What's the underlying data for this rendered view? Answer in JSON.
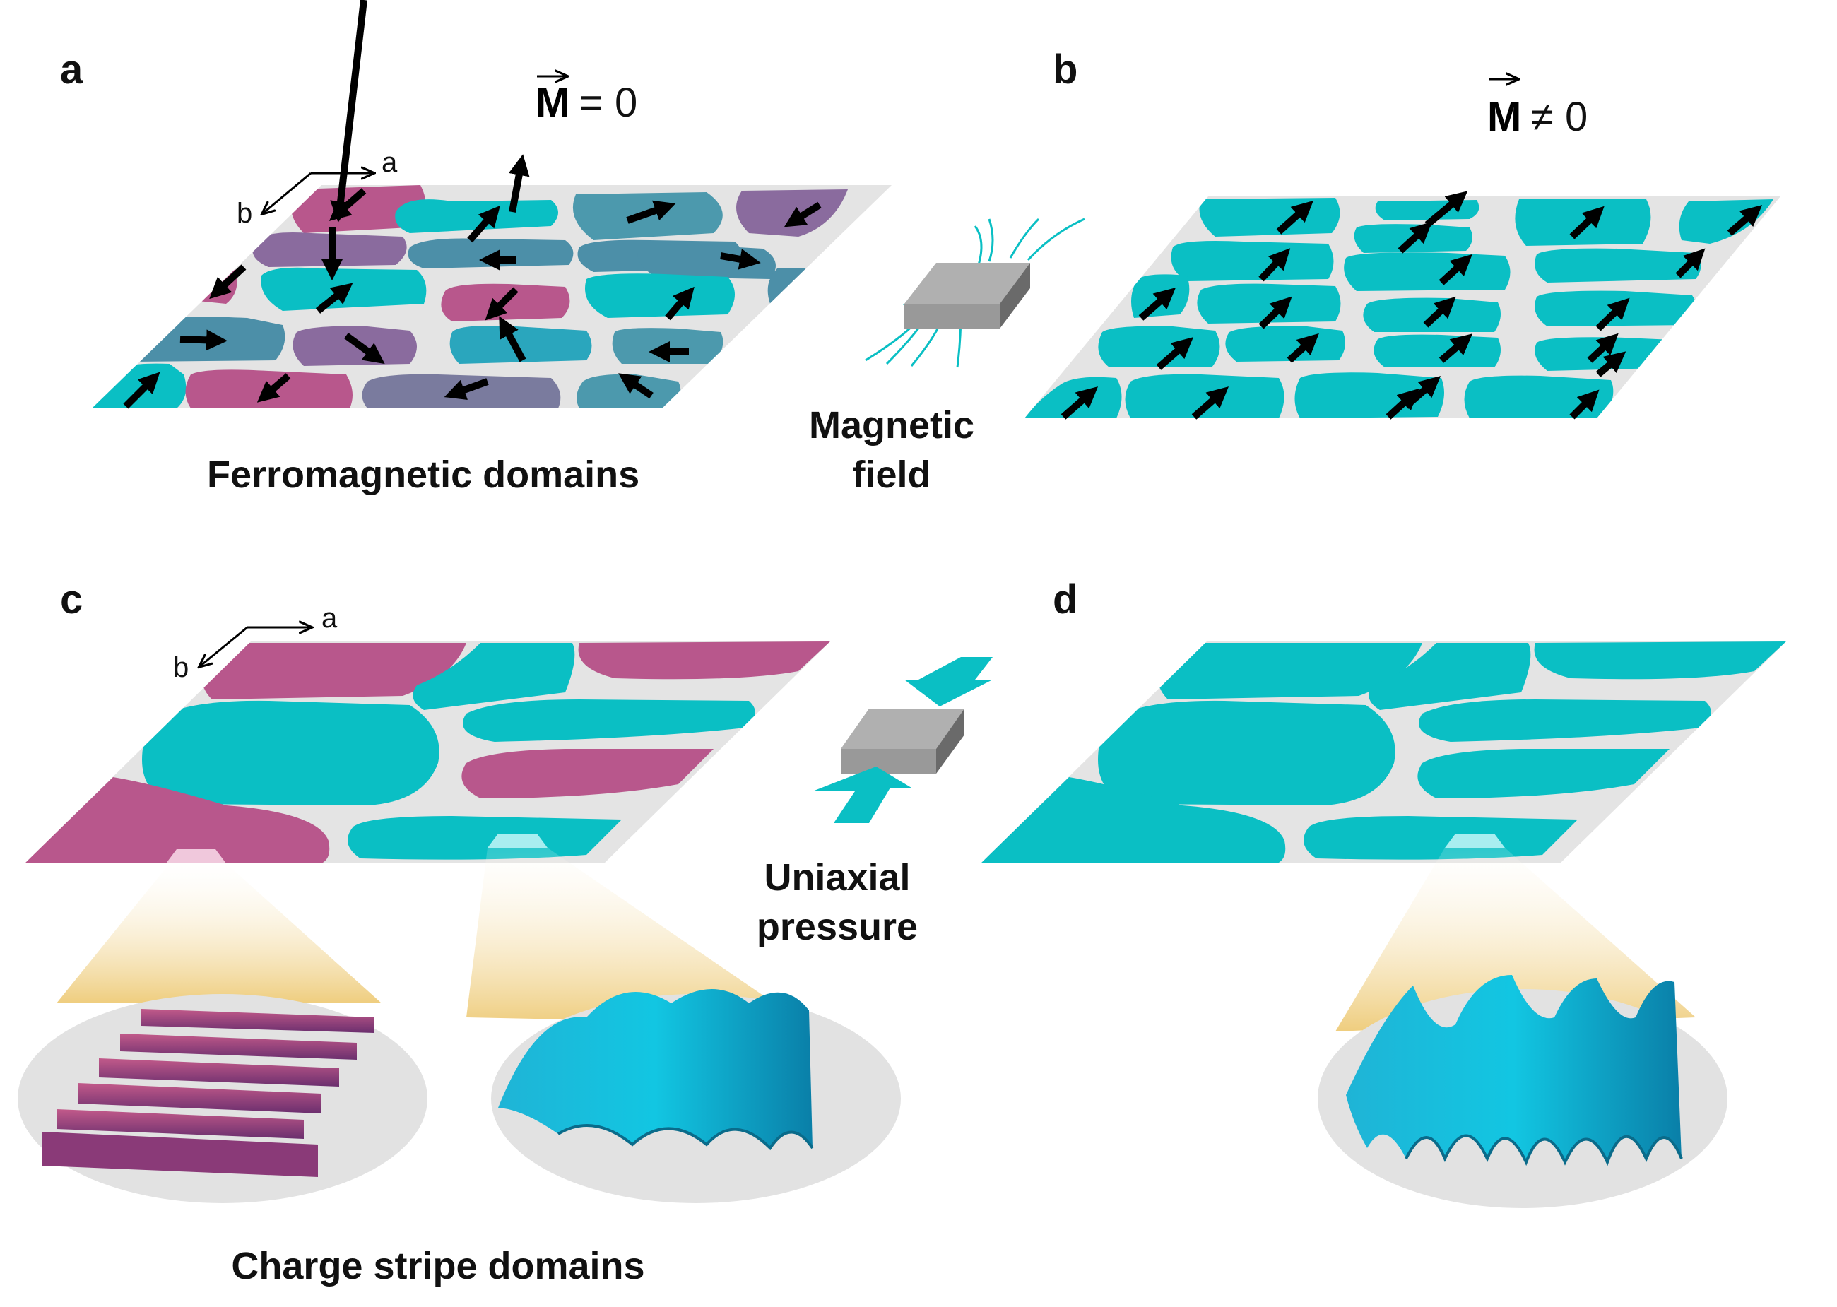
{
  "panels": {
    "a": {
      "letter": "a",
      "magnetization": "= 0",
      "caption": "Ferromagnetic domains"
    },
    "b": {
      "letter": "b",
      "magnetization": "≠ 0"
    },
    "c": {
      "letter": "c",
      "caption": "Charge stripe domains"
    },
    "d": {
      "letter": "d"
    }
  },
  "magnetization_symbol": "M",
  "axes": {
    "a_label": "a",
    "b_label": "b"
  },
  "stimuli": {
    "magnetic_field": {
      "line1": "Magnetic",
      "line2": "field"
    },
    "uniaxial_pressure": {
      "line1": "Uniaxial",
      "line2": "pressure"
    }
  },
  "colors": {
    "magenta_domain": "#b8578c",
    "cyan_domain": "#0abfc4",
    "purple_domain": "#8a6b9e",
    "steel_domain": "#4c8fa8",
    "wall_gray": "#e4e4e4",
    "magnet_gray": "#9a9a9a",
    "glow_gold": "#e8b94a"
  }
}
